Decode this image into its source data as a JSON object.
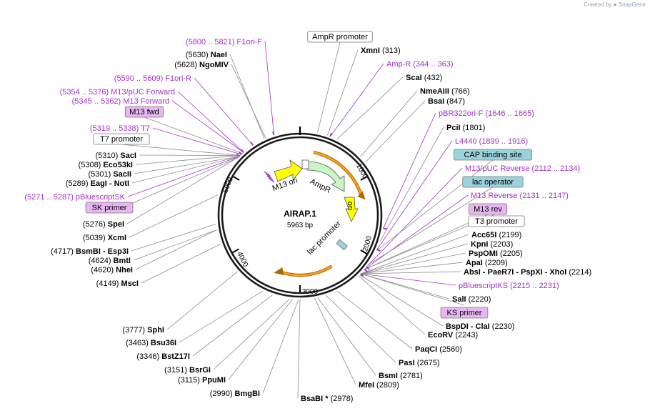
{
  "credit": {
    "prefix": "Created by",
    "brand": "SnapGene"
  },
  "plasmid": {
    "name": "AIRAP.1",
    "length_label": "5963 bp"
  },
  "ticks": [
    "1000",
    "2000",
    "3000",
    "4000",
    "5000"
  ],
  "features": [
    {
      "name": "M13 ori"
    },
    {
      "name": "AmpR"
    },
    {
      "name": "ori"
    },
    {
      "name": "lac promoter"
    }
  ],
  "labels": [
    {
      "text": "(5800 .. 5821)  F1ori-F",
      "kind": "feature"
    },
    {
      "text": "AmpR promoter",
      "kind": "box-white"
    },
    {
      "text": "(5630)",
      "enzyme": "NaeI",
      "kind": "site-left"
    },
    {
      "text": "(5628)",
      "enzyme": "NgoMIV",
      "kind": "site-left"
    },
    {
      "text": "(5590 .. 5609)  F1ori-R",
      "kind": "feature"
    },
    {
      "text": "(5354 .. 5376)  M13/pUC Forward",
      "kind": "feature"
    },
    {
      "text": "(5345 .. 5362)  M13 Forward",
      "kind": "feature"
    },
    {
      "text": "M13 fwd",
      "kind": "box-purple"
    },
    {
      "text": "(5319 .. 5338)  T7",
      "kind": "feature"
    },
    {
      "text": "T7 promoter",
      "kind": "box-white"
    },
    {
      "text": "(5310)",
      "enzyme": "SacI",
      "kind": "site-left"
    },
    {
      "text": "(5308)",
      "enzyme": "Eco53kI",
      "kind": "site-left"
    },
    {
      "text": "(5301)",
      "enzyme": "SacII",
      "kind": "site-left"
    },
    {
      "text": "(5289)",
      "enzyme": "EagI  -  NotI",
      "kind": "site-left"
    },
    {
      "text": "(5271 .. 5287)  pBluescriptSK",
      "kind": "feature"
    },
    {
      "text": "SK primer",
      "kind": "box-purple"
    },
    {
      "text": "(5276)",
      "enzyme": "SpeI",
      "kind": "site-left"
    },
    {
      "text": "(5039)",
      "enzyme": "XcmI",
      "kind": "site-left"
    },
    {
      "text": "(4717)",
      "enzyme": "BsmBI  -  Esp3I",
      "kind": "site-left"
    },
    {
      "text": "(4624)",
      "enzyme": "BmtI",
      "kind": "site-left"
    },
    {
      "text": "(4620)",
      "enzyme": "NheI",
      "kind": "site-left"
    },
    {
      "text": "(4149)",
      "enzyme": "MscI",
      "kind": "site-left"
    },
    {
      "text": "(3777)",
      "enzyme": "SphI",
      "kind": "site-left"
    },
    {
      "text": "(3463)",
      "enzyme": "Bsu36I",
      "kind": "site-left"
    },
    {
      "text": "(3346)",
      "enzyme": "BstZ17I",
      "kind": "site-left"
    },
    {
      "text": "(3151)",
      "enzyme": "BsrGI",
      "kind": "site-left"
    },
    {
      "text": "(3115)",
      "enzyme": "PpuMI",
      "kind": "site-left"
    },
    {
      "text": "(2990)",
      "enzyme": "BmgBI",
      "kind": "site-left"
    },
    {
      "text": "(2978)",
      "enzyme": "BsaBI *",
      "kind": "site-right"
    },
    {
      "text": "(2809)",
      "enzyme": "MfeI",
      "kind": "site-right"
    },
    {
      "text": "(2781)",
      "enzyme": "BsmI",
      "kind": "site-right"
    },
    {
      "text": "(2675)",
      "enzyme": "PasI",
      "kind": "site-right"
    },
    {
      "text": "(2560)",
      "enzyme": "PaqCI",
      "kind": "site-right"
    },
    {
      "text": "(2243)",
      "enzyme": "EcoRV",
      "kind": "site-right"
    },
    {
      "text": "(2230)",
      "enzyme": "BspDI  -  ClaI",
      "kind": "site-right"
    },
    {
      "text": "KS primer",
      "kind": "box-purple"
    },
    {
      "text": "(2220)",
      "enzyme": "SalI",
      "kind": "site-right"
    },
    {
      "text": "pBluescriptKS   (2215 .. 2231)",
      "kind": "feature"
    },
    {
      "text": "(2214)",
      "enzyme": "AbsI  -  PaeR7I  -  PspXI  -  XhoI",
      "kind": "site-right"
    },
    {
      "text": "(2209)",
      "enzyme": "ApaI",
      "kind": "site-right"
    },
    {
      "text": "(2205)",
      "enzyme": "PspOMI",
      "kind": "site-right"
    },
    {
      "text": "(2203)",
      "enzyme": "KpnI",
      "kind": "site-right"
    },
    {
      "text": "(2199)",
      "enzyme": "Acc65I",
      "kind": "site-right"
    },
    {
      "text": "T3 promoter",
      "kind": "box-white"
    },
    {
      "text": "M13 rev",
      "kind": "box-purple"
    },
    {
      "text": "M13 Reverse   (2131 .. 2147)",
      "kind": "feature"
    },
    {
      "text": "lac operator",
      "kind": "box-teal"
    },
    {
      "text": "M13/pUC Reverse     (2112 .. 2134)",
      "kind": "feature"
    },
    {
      "text": "CAP binding site",
      "kind": "box-teal"
    },
    {
      "text": "L4440   (1899 .. 1916)",
      "kind": "feature"
    },
    {
      "text": "(1801)",
      "enzyme": "PciI",
      "kind": "site-right"
    },
    {
      "text": "pBR322ori-F   (1646 .. 1665)",
      "kind": "feature"
    },
    {
      "text": "(847)",
      "enzyme": "BsaI",
      "kind": "site-right"
    },
    {
      "text": "(766)",
      "enzyme": "NmeAIII",
      "kind": "site-right"
    },
    {
      "text": "(432)",
      "enzyme": "ScaI",
      "kind": "site-right"
    },
    {
      "text": "Amp-R   (344 .. 363)",
      "kind": "feature"
    },
    {
      "text": "(313)",
      "enzyme": "XmnI",
      "kind": "site-right"
    }
  ],
  "colors": {
    "feature_text": "#a531c7",
    "box_purple": "#e8b7f2",
    "box_teal": "#9bd3dc",
    "m13ori": "#ffff00",
    "ampr": "#c9f7c4",
    "ori": "#ffff00",
    "lac": "#ff9f1c",
    "ring": "#1a1a1a"
  }
}
